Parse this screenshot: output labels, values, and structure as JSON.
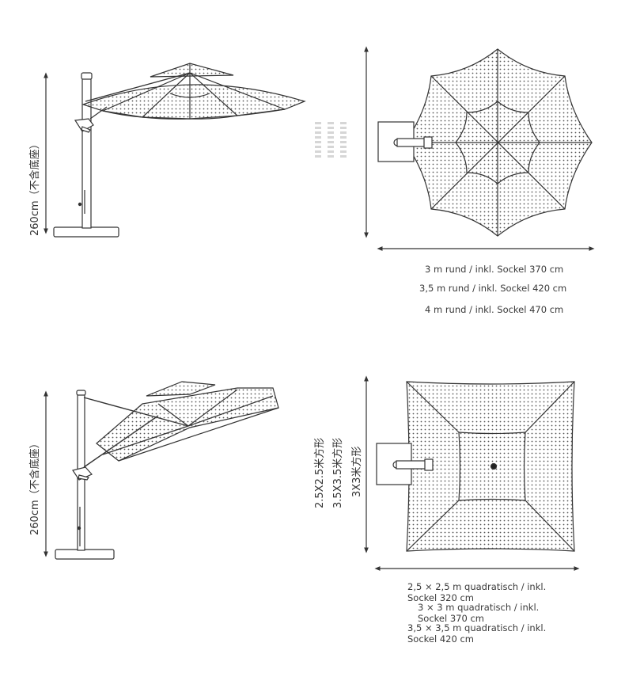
{
  "top": {
    "height_label": "260cm（不含底座）",
    "sizes": [
      "3 m rund / inkl. Sockel 370 cm",
      "3,5 m rund / inkl. Sockel 420 cm",
      "4 m rund / inkl. Sockel 470 cm"
    ]
  },
  "bottom": {
    "height_label": "260cm（不含底座）",
    "cn_sizes": [
      "2.5X2.5米方形",
      "3.5X3.5米方形",
      "3X3米方形"
    ],
    "sizes": [
      "2,5 × 2,5 m quadratisch / inkl. Sockel 320 cm",
      "3 × 3 m quadratisch / inkl. Sockel 370 cm",
      "3,5 × 3,5 m quadratisch / inkl. Sockel 420 cm"
    ]
  }
}
